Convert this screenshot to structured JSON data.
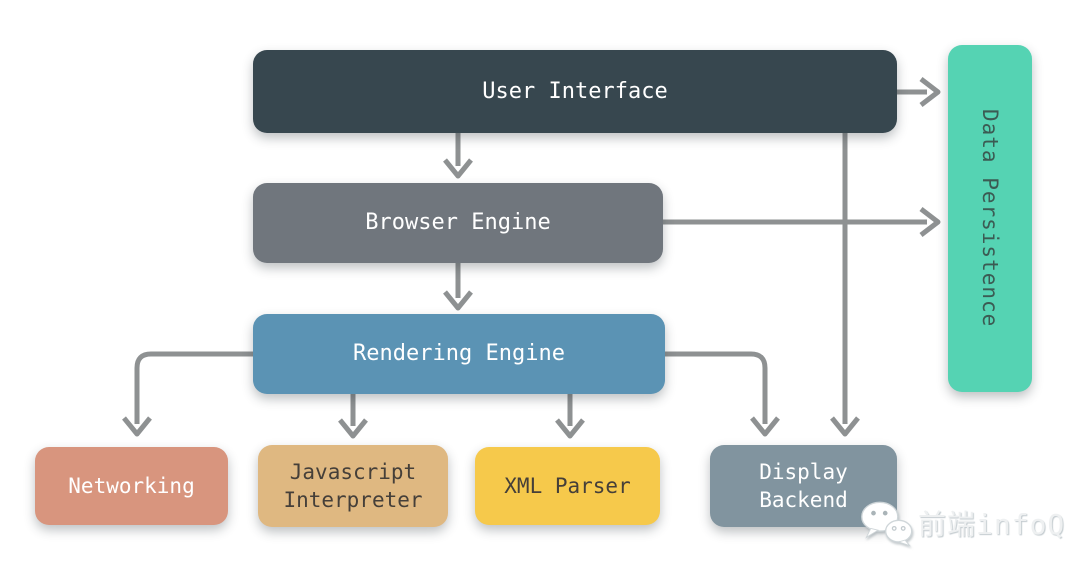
{
  "diagram": {
    "type": "browser-architecture-diagram",
    "nodes": [
      {
        "id": "user-interface",
        "label": "User Interface",
        "bg": "#37474f",
        "fg": "#ffffff"
      },
      {
        "id": "browser-engine",
        "label": "Browser Engine",
        "bg": "#70767d",
        "fg": "#ffffff"
      },
      {
        "id": "rendering-engine",
        "label": "Rendering Engine",
        "bg": "#5b93b4",
        "fg": "#ffffff"
      },
      {
        "id": "networking",
        "label": "Networking",
        "bg": "#d8957e",
        "fg": "#ffffff"
      },
      {
        "id": "javascript-interpreter",
        "label": "Javascript\nInterpreter",
        "bg": "#dfb881",
        "fg": "#453f39"
      },
      {
        "id": "xml-parser",
        "label": "XML Parser",
        "bg": "#f6c94b",
        "fg": "#453f39"
      },
      {
        "id": "display-backend",
        "label": "Display\nBackend",
        "bg": "#81949f",
        "fg": "#ffffff"
      },
      {
        "id": "data-persistence",
        "label": "Data Persistence",
        "bg": "#55d3b3",
        "fg": "#3b5b53"
      }
    ],
    "edges": [
      {
        "from": "User Interface",
        "to": "Browser Engine"
      },
      {
        "from": "Browser Engine",
        "to": "Rendering Engine"
      },
      {
        "from": "User Interface",
        "to": "Data Persistence"
      },
      {
        "from": "Browser Engine",
        "to": "Data Persistence"
      },
      {
        "from": "User Interface",
        "to": "Display Backend"
      },
      {
        "from": "Rendering Engine",
        "to": "Networking"
      },
      {
        "from": "Rendering Engine",
        "to": "Javascript Interpreter"
      },
      {
        "from": "Rendering Engine",
        "to": "XML Parser"
      },
      {
        "from": "Rendering Engine",
        "to": "Display Backend"
      }
    ],
    "colors": {
      "background": "#ffffff",
      "connector": "#8e9192"
    },
    "watermark": {
      "icon": "wechat-icon",
      "text": "前端infoQ"
    }
  }
}
